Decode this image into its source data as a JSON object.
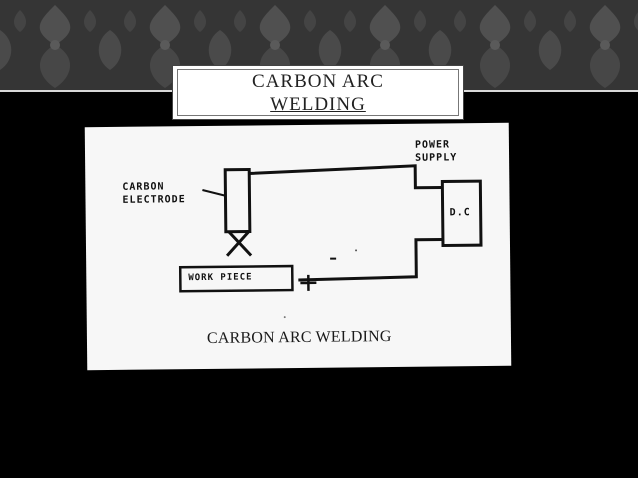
{
  "slide": {
    "title_line1": "CARBON ARC",
    "title_line2": "WELDING"
  },
  "diagram": {
    "labels": {
      "carbon_electrode_1": "CARBON",
      "carbon_electrode_2": "ELECTRODE",
      "power_supply_1": "POWER",
      "power_supply_2": "SUPPLY",
      "dc": "D.C",
      "work_piece": "WORK PIECE",
      "plus": "+",
      "minus": "-"
    },
    "caption": "CARBON ARC WELDING"
  },
  "colors": {
    "background": "#000000",
    "header_band": "#3a3a3a",
    "title_box": "#ffffff",
    "diagram_paper": "#f7f7f7",
    "ink": "#111111"
  }
}
